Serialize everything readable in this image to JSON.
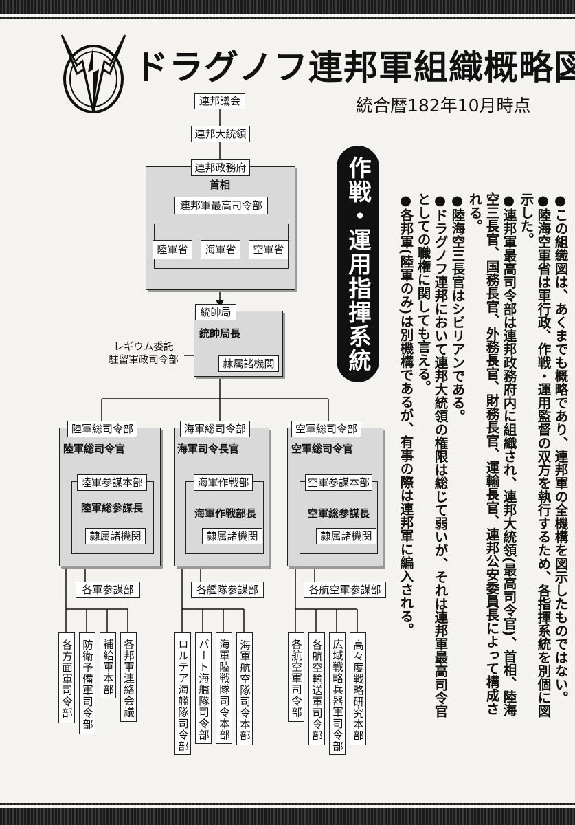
{
  "title": "ドラグノフ連邦軍組織概略図",
  "subtitle": "統合暦182年10月時点",
  "op_badge": "作戦・運用指揮系統",
  "notes": [
    "●この組織図は、あくまでも概略であり、連邦軍の全機構を図示したものではない。",
    "●陸海空軍省は軍行政、作戦・運用監督の双方を執行するため、各指揮系統を別個に図示した。",
    "●連邦軍最高司令部は連邦政務府内に組織され、連邦大統領(最高司令官)、首相、陸海空三長官、国務長官、外務長官、財務長官、運輸長官、連邦公安委員長によって構成される。",
    "●陸海空三長官はシビリアンである。",
    "●ドラグノフ連邦において連邦大統領の権限は総じて弱いが、それは連邦軍最高司令官としての職権に関しても言える。",
    "●各邦軍(陸軍のみ)は別機構であるが、有事の際は連邦軍に編入される。"
  ],
  "top": {
    "parliament": "連邦議会",
    "president": "連邦大統領",
    "gov": "連邦政務府",
    "pm": "首相",
    "hq": "連邦軍最高司令部",
    "ministries": [
      "陸軍省",
      "海軍省",
      "空軍省"
    ]
  },
  "joint": {
    "bureau": "統帥局",
    "chief": "統帥局長",
    "sub": "隷属諸機関",
    "legium_line1": "レギウム委託",
    "legium_line2": "駐留軍政司令部"
  },
  "branches": [
    {
      "hq": "陸軍総司令部",
      "commander": "陸軍総司令官",
      "staff": "陸軍参謀本部",
      "staff_chief": "陸軍総参謀長",
      "sub": "隷属諸機関",
      "subs_staff": "各軍参謀部",
      "units": [
        "各方面軍司令部",
        "防衛予備軍司令部",
        "補給軍本部",
        "各邦軍連絡会議"
      ]
    },
    {
      "hq": "海軍総司令部",
      "commander": "海軍司令長官",
      "staff": "海軍作戦部",
      "staff_chief": "海軍作戦部長",
      "sub": "隷属諸機関",
      "subs_staff": "各艦隊参謀部",
      "units": [
        "ロルテア海艦隊司令部",
        "バート海艦隊司令部",
        "海軍陸戦隊司令本部",
        "海軍航空隊司令本部"
      ]
    },
    {
      "hq": "空軍総司令部",
      "commander": "空軍総司令官",
      "staff": "空軍参謀本部",
      "staff_chief": "空軍総参謀長",
      "sub": "隷属諸機関",
      "subs_staff": "各航空軍参謀部",
      "units": [
        "各航空軍司令部",
        "各航空輸送軍司令部",
        "広域戦略兵器軍司令部",
        "高々度戦略研究本部"
      ]
    }
  ]
}
